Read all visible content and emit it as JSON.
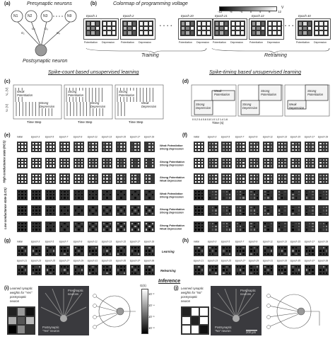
{
  "panel_a": {
    "label": "(a)",
    "title": "Presynaptic neurons",
    "nodes": [
      "N1",
      "N2",
      "N3",
      "N9"
    ],
    "weights": [
      "G₁",
      "G₂",
      "G₃",
      "G₉"
    ],
    "post": "Postsynaptic neuron"
  },
  "panel_b": {
    "label": "(b)",
    "title": "Colormap of programming voltage",
    "scale": [
      "-12",
      "-8",
      "-4",
      "0",
      "4",
      "8",
      "12"
    ],
    "unit": "V",
    "epochs": [
      "Epoch 1",
      "Epoch 2",
      "Epoch 20",
      "Epoch 21",
      "Epoch 22",
      "Epoch 40"
    ],
    "pot": "Potentiation",
    "dep": "Depression",
    "training": "Training",
    "retraining": "Retraining"
  },
  "panel_c": {
    "label": "(c)",
    "heading": "Spike-count based unsupervised learning",
    "ylabels": [
      "Vₚ (V)",
      "Vₙ (V)"
    ],
    "boxes": [
      [
        "Weak",
        "Potentiation",
        "Strong",
        "Depression"
      ],
      [
        "Strong",
        "Potentiation",
        "Strong",
        "Depression"
      ],
      [
        "Strong",
        "Potentiation",
        "Weak",
        "Depression"
      ]
    ],
    "xlabel": "Time Step"
  },
  "panel_d": {
    "label": "(d)",
    "heading": "Spike-timing based unsupervised learning",
    "boxes": [
      [
        "Weak",
        "Potentiation",
        "Strong",
        "Depression"
      ],
      [
        "Strong",
        "Potentiation",
        "Strong",
        "Depression"
      ],
      [
        "Strong",
        "Potentiation",
        "Weak",
        "Depression"
      ]
    ],
    "ticks": [
      "0",
      "0.2",
      "0.4",
      "0.6",
      "0.8",
      "1.0",
      "1.2",
      "1.4",
      "1.6"
    ],
    "xlabel": "Time (s)"
  },
  "panel_e": {
    "label": "(e)",
    "headers": [
      "Initial",
      "Epoch 3",
      "Epoch 5",
      "Epoch 7",
      "Epoch 9",
      "Epoch 11",
      "Epoch 13",
      "Epoch 15",
      "Epoch 17",
      "Epoch 19"
    ],
    "side_hcs": "High conductance state (HCS)",
    "side_lcs": "Low conductance state (LCS)",
    "row_labels": [
      [
        "Weak Potentiation",
        "Strong Depression"
      ],
      [
        "Strong Potentiation",
        "Strong Depression"
      ],
      [
        "Strong Potentiation",
        "Weak Depression"
      ],
      [
        "Weak Potentiation",
        "Strong Depression"
      ],
      [
        "Strong Potentiation",
        "Strong Depression"
      ],
      [
        "Strong Potentiation",
        "Weak Depression"
      ]
    ]
  },
  "panel_f": {
    "label": "(f)",
    "headers": [
      "Initial",
      "Epoch 3",
      "Epoch 5",
      "Epoch 7",
      "Epoch 9",
      "Epoch 11",
      "Epoch 13",
      "Epoch 15",
      "Epoch 17",
      "Epoch 19"
    ]
  },
  "panel_g": {
    "label": "(g)",
    "row1": [
      "Initial",
      "Epoch 3",
      "Epoch 5",
      "Epoch 7",
      "Epoch 9",
      "Epoch 11",
      "Epoch 13",
      "Epoch 15",
      "Epoch 17",
      "Epoch 19"
    ],
    "row2": [
      "Epoch 21",
      "Epoch 23",
      "Epoch 25",
      "Epoch 27",
      "Epoch 29",
      "Epoch 31",
      "Epoch 33",
      "Epoch 35",
      "Epoch 37",
      "Epoch 39"
    ],
    "learning": "Learning",
    "relearning": "Relearning"
  },
  "panel_h": {
    "label": "(h)",
    "row1": [
      "Initial",
      "Epoch 3",
      "Epoch 5",
      "Epoch 7",
      "Epoch 9",
      "Epoch 11",
      "Epoch 13",
      "Epoch 15",
      "Epoch 17",
      "Epoch 19"
    ],
    "row2": [
      "Epoch 21",
      "Epoch 23",
      "Epoch 25",
      "Epoch 27",
      "Epoch 29",
      "Epoch 31",
      "Epoch 33",
      "Epoch 35",
      "Epoch 37",
      "Epoch 39"
    ]
  },
  "inference": {
    "heading": "Inference",
    "i_label": "(i)",
    "j_label": "(j)",
    "i_text": [
      "Learned synaptic",
      "weights for \"Yes\"",
      "postsynaptic",
      "neuron"
    ],
    "j_text": [
      "Learned synaptic",
      "weights for \"No\"",
      "postsynaptic",
      "neuron"
    ],
    "pre": [
      "Presynaptic",
      "neurons"
    ],
    "post_yes": [
      "Postsynaptic",
      "\"Yes\" neuron"
    ],
    "post_no": [
      "Postsynaptic",
      "\"No\" neuron"
    ],
    "colorbar_title": "G(S)",
    "colorbar_ticks": [
      "10⁻²",
      "10⁻⁴",
      "10⁻⁶",
      "10⁻⁸"
    ],
    "scale_bar": "200 µm"
  }
}
